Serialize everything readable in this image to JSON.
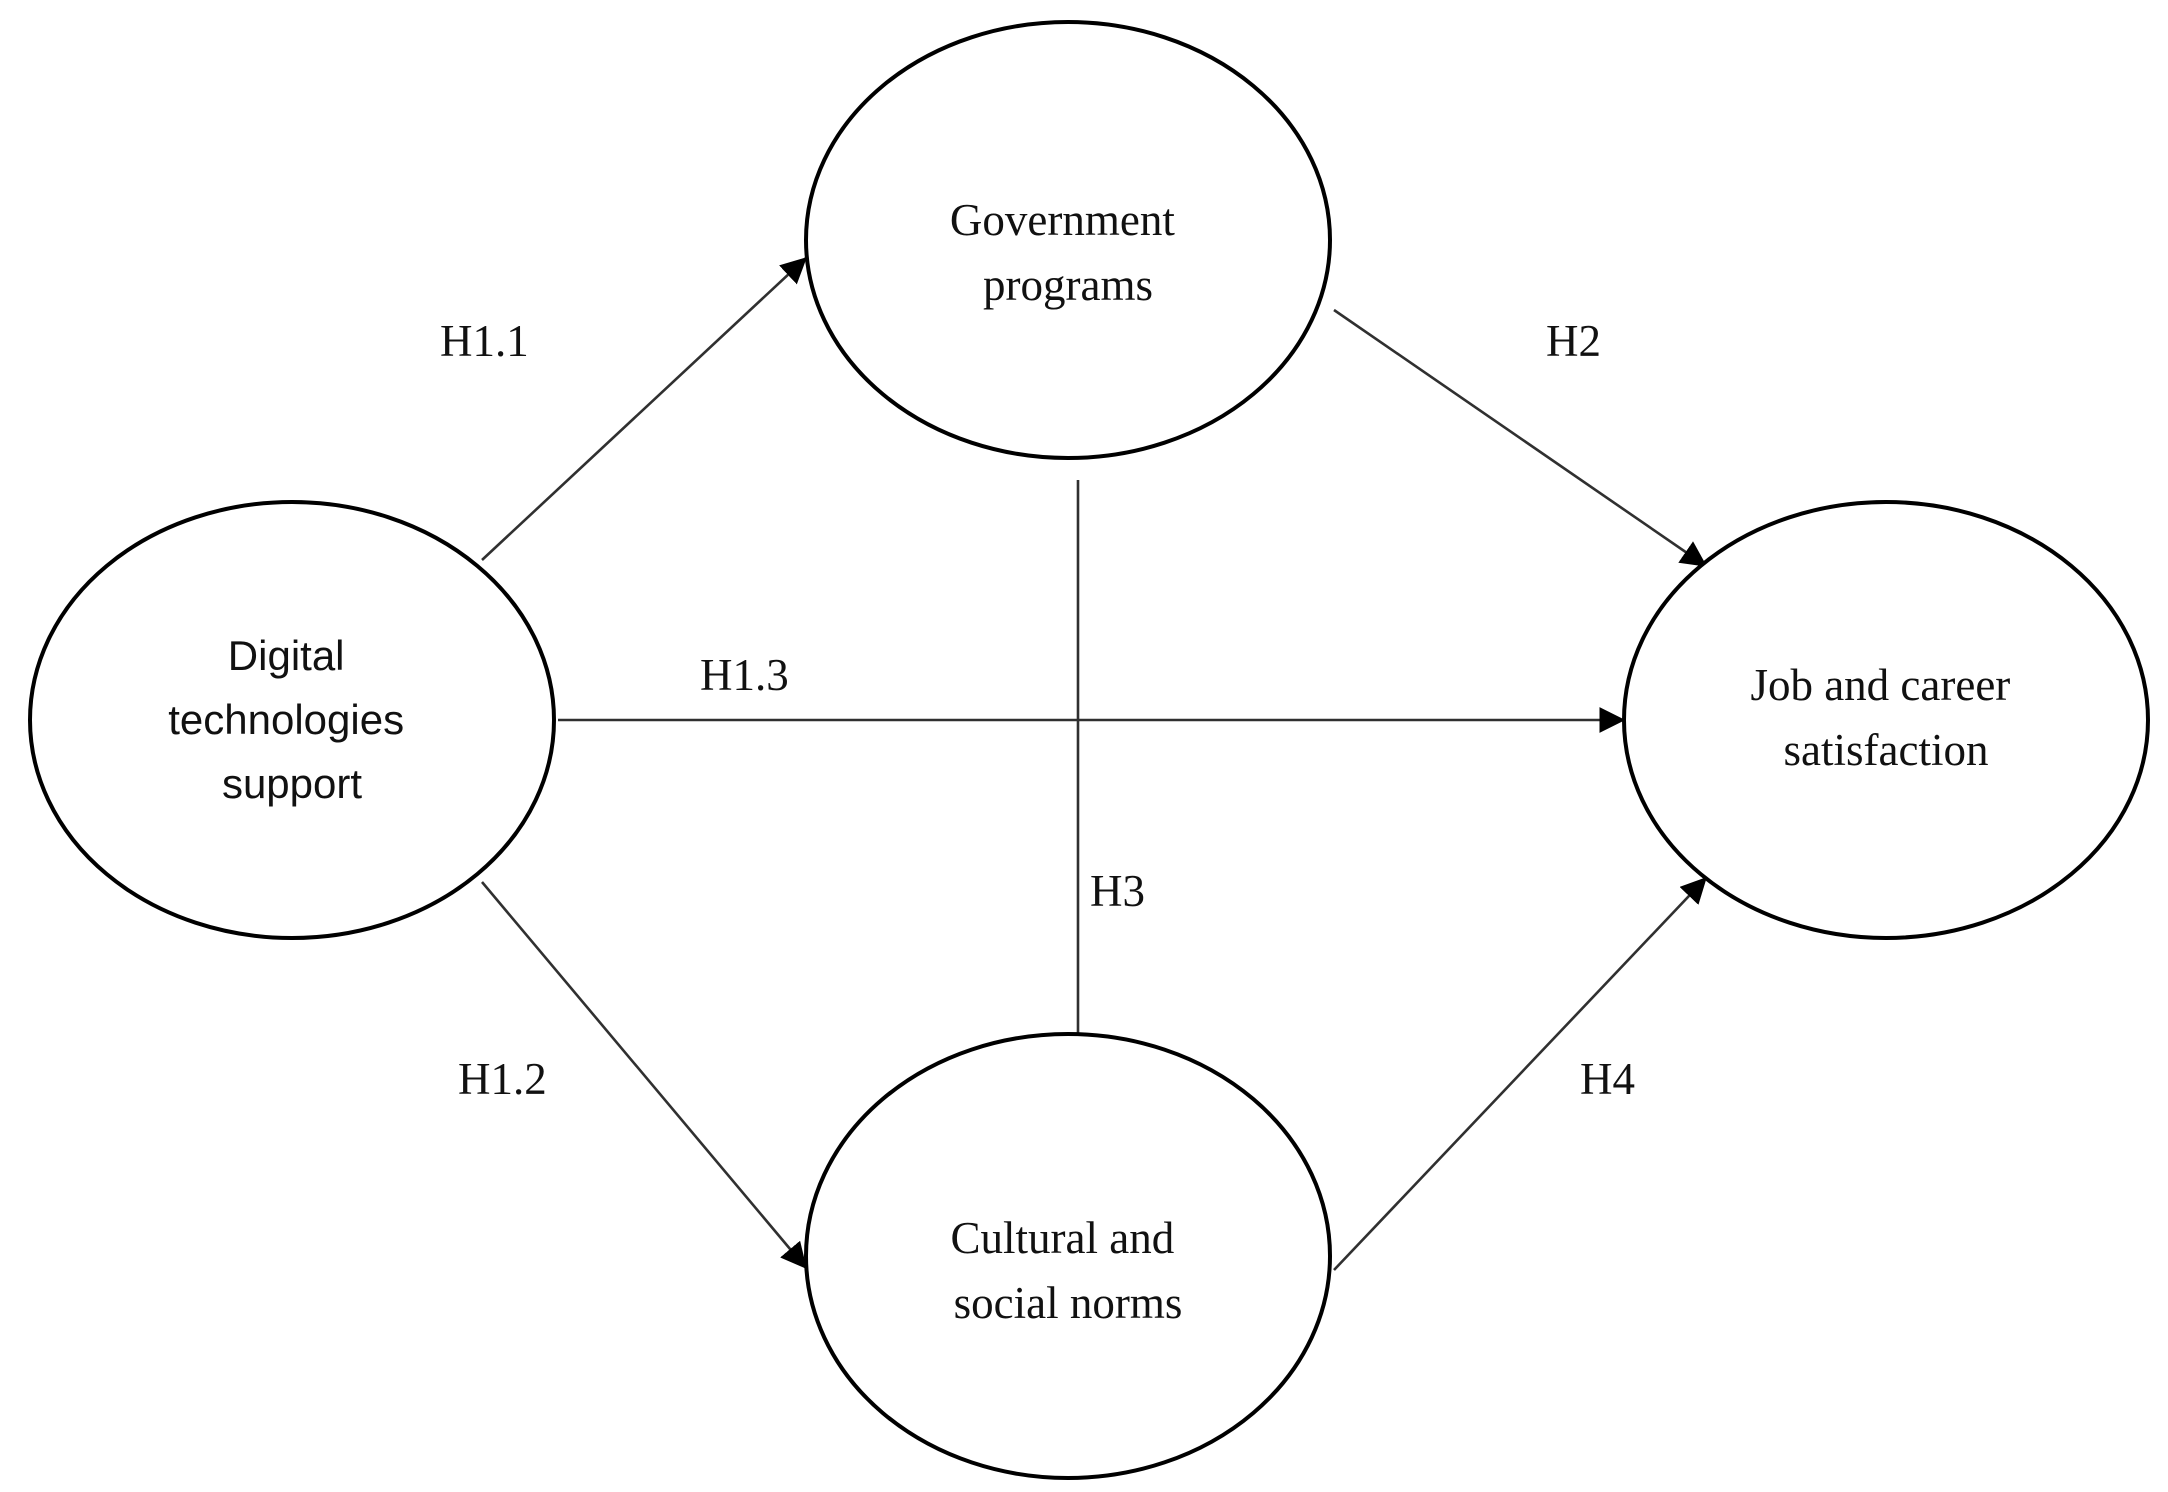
{
  "diagram": {
    "nodes": {
      "digital": {
        "lines": [
          "Digital",
          "technologies",
          "support"
        ]
      },
      "government": {
        "lines": [
          "Government",
          "programs"
        ]
      },
      "cultural": {
        "lines": [
          "Cultural and",
          "social norms"
        ]
      },
      "job": {
        "lines": [
          "Job and career",
          "satisfaction"
        ]
      }
    },
    "edges": {
      "h1_1": {
        "label": "H1.1",
        "from": "digital",
        "to": "government"
      },
      "h1_2": {
        "label": "H1.2",
        "from": "digital",
        "to": "cultural"
      },
      "h1_3": {
        "label": "H1.3",
        "from": "digital",
        "to": "job"
      },
      "h2": {
        "label": "H2",
        "from": "government",
        "to": "job"
      },
      "h3": {
        "label": "H3",
        "from": "government",
        "to": "cultural"
      },
      "h4": {
        "label": "H4",
        "from": "cultural",
        "to": "job"
      }
    }
  }
}
